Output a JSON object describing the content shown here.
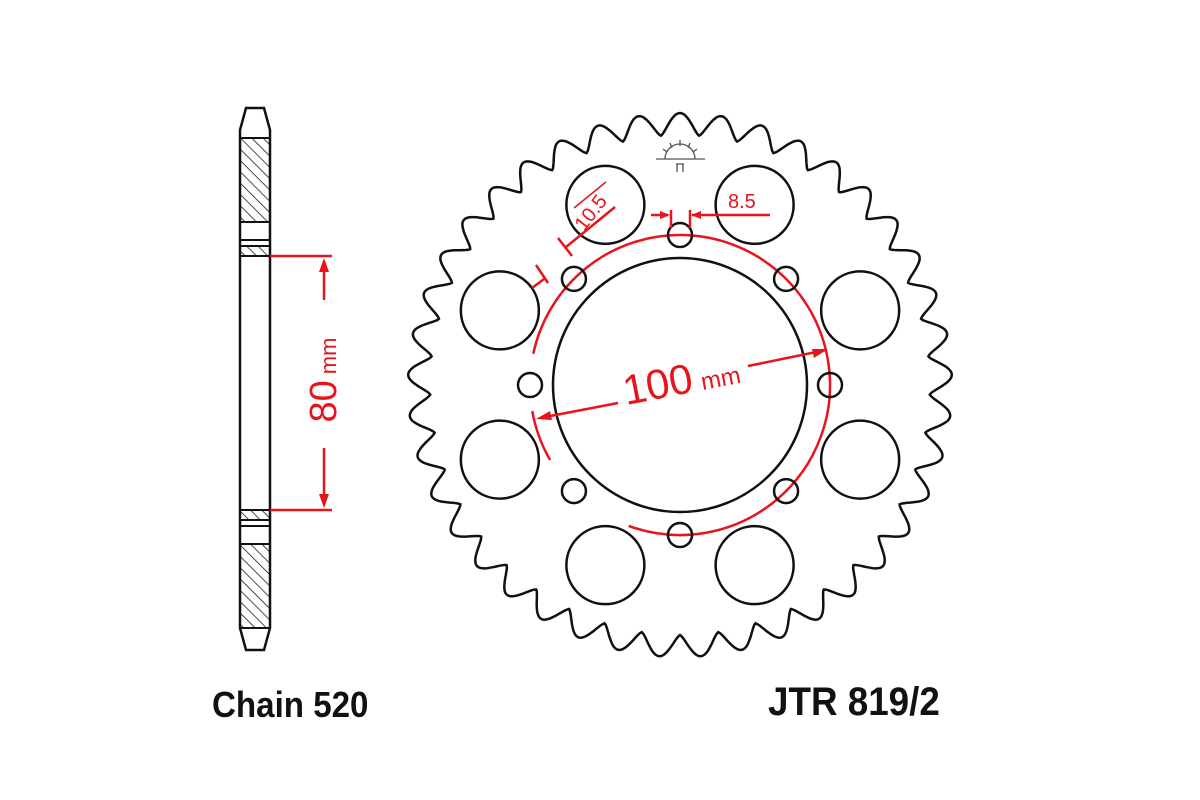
{
  "side_view": {
    "dimension_value": "80",
    "dimension_unit": "mm"
  },
  "front_view": {
    "pcd_value": "100",
    "pcd_unit": "mm",
    "bolt_hole_label": "10.5",
    "web_label": "8.5"
  },
  "chain_label": "Chain 520",
  "part_number": "JTR 819/2",
  "colors": {
    "outline": "#111111",
    "dimension": "#e8141c"
  },
  "logo_icon": "sun-logo-icon"
}
